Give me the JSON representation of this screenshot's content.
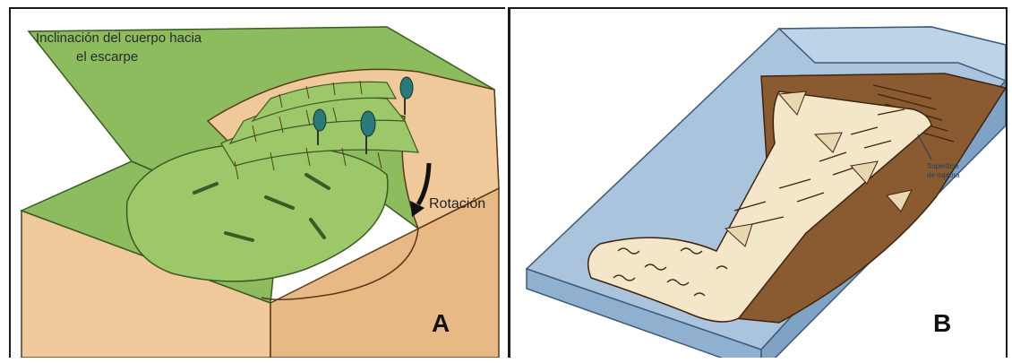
{
  "panel_a": {
    "title_line1": "Inclinación del cuerpo hacia",
    "title_line2": "el escarpe",
    "rotation_label": "Rotación",
    "letter": "A"
  },
  "panel_b": {
    "surface_line1": "Superficie",
    "surface_line2": "de ruptura",
    "letter": "B"
  },
  "colors": {
    "grass": "#8cbc5e",
    "grass_dark": "#5f8c3a",
    "soil": "#f0c99a",
    "soil_dark": "#d9a873",
    "rock_blue": "#a9c4dc",
    "rock_blue_dark": "#7fa3c4",
    "debris": "#f4e6c8",
    "brown": "#8a5a30",
    "tree": "#2a7a7a"
  }
}
